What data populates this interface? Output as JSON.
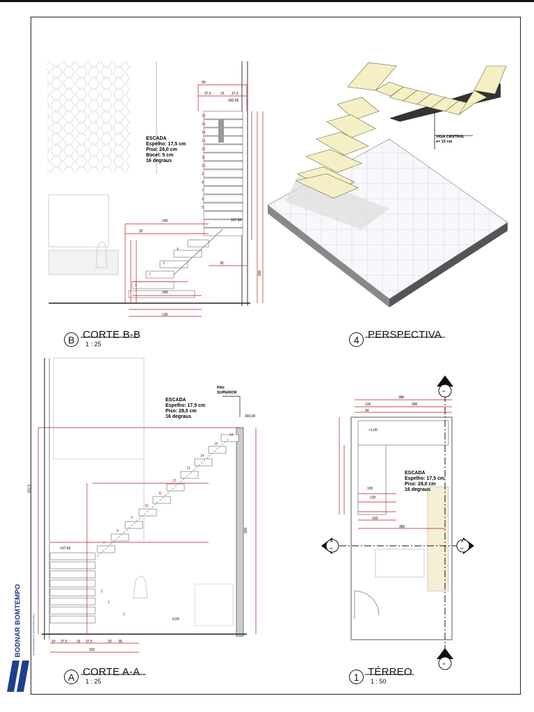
{
  "sheet": {
    "company": "BODNAR BOMTEMPO",
    "company_sub": "ENGENHARIA E CONSTRUÇÃO"
  },
  "views": {
    "corte_bb": {
      "marker": "B",
      "title": "CORTE B-B",
      "scale": "1 : 25",
      "note": [
        "ESCADA",
        "Espelho: 17,5 cm",
        "Piso: 28,0 cm",
        "Bocel: 5 cm",
        "16 degraus"
      ],
      "dims": [
        "90",
        "37,5",
        "15",
        "37,5",
        "282,50",
        "140",
        "25",
        "107,50",
        "30",
        "140",
        "130",
        "300"
      ]
    },
    "perspectiva": {
      "marker": "4",
      "title": "PERSPECTIVA",
      "note": [
        "VIGA CENTRAL",
        "e= 15 cm"
      ]
    },
    "corte_aa": {
      "marker": "A",
      "title": "CORTE A-A",
      "scale": "1 : 25",
      "note": [
        "ESCADA",
        "Espelho: 17,5 cm",
        "Piso: 28,0 cm",
        "16 degraus"
      ],
      "pav": [
        "PAV.",
        "SUPERIOR"
      ],
      "dims": [
        "300,00",
        "+07,50",
        "0,00",
        "37,5",
        "15",
        "37,5",
        "10",
        "20",
        "30",
        "150",
        "300",
        "102,5"
      ]
    },
    "terreo": {
      "marker": "1",
      "title": "TÉRREO",
      "scale": "1 : 50",
      "note": [
        "ESCADA",
        "Espelho: 17,5 cm",
        "Piso: 28,0 cm",
        "16 degraus"
      ],
      "dims": [
        "380",
        "100",
        "280",
        "90",
        "+1,00",
        "100",
        "120",
        "150",
        "380"
      ],
      "section_marks": [
        "B",
        "A"
      ],
      "sheet_ref": "08"
    }
  }
}
